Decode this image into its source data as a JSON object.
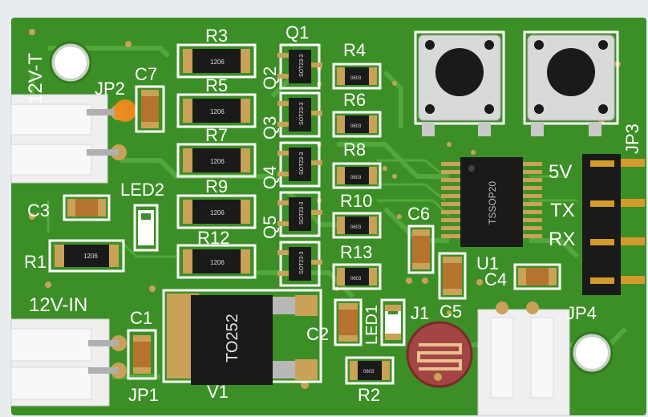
{
  "board": {
    "colors": {
      "mask": "#3c8f26",
      "mask_dark": "#2f7a1c",
      "trace": "#52a83a",
      "silk": "#ffffff",
      "pad": "#c9a257",
      "smd_body": "#202020",
      "cap_body": "#b5732e",
      "connector": "#efefef",
      "led_orange": "#f08a1c"
    },
    "labels": {
      "r3": "R3",
      "r5": "R5",
      "r7": "R7",
      "r9": "R9",
      "r12": "R12",
      "q1": "Q1",
      "q2": "Q2",
      "q3": "Q3",
      "q4": "Q4",
      "q5": "Q5",
      "r4": "R4",
      "r6": "R6",
      "r8": "R8",
      "r10": "R10",
      "r13": "R13",
      "c7": "C7",
      "jp2": "JP2",
      "c3": "C3",
      "led2": "LED2",
      "r1": "R1",
      "v12t": "12V-T",
      "v12in": "12V-IN",
      "c1": "C1",
      "jp1": "JP1",
      "v1": "V1",
      "c2": "C2",
      "led1": "LED1",
      "j1": "J1",
      "r2": "R2",
      "c6": "C6",
      "c5": "C5",
      "u1": "U1",
      "c4": "C4",
      "jp4": "JP4",
      "jp3": "JP3",
      "v5": "5V",
      "tx": "TX",
      "rx": "RX"
    },
    "packages": {
      "r3": "1206",
      "r5": "1206",
      "r7": "1206",
      "r9": "1206",
      "r12": "1206",
      "r1": "1206",
      "sot": "SOT23-3",
      "to252": "TO252",
      "tssop": "TSSOP20",
      "r0603": "0603"
    }
  }
}
